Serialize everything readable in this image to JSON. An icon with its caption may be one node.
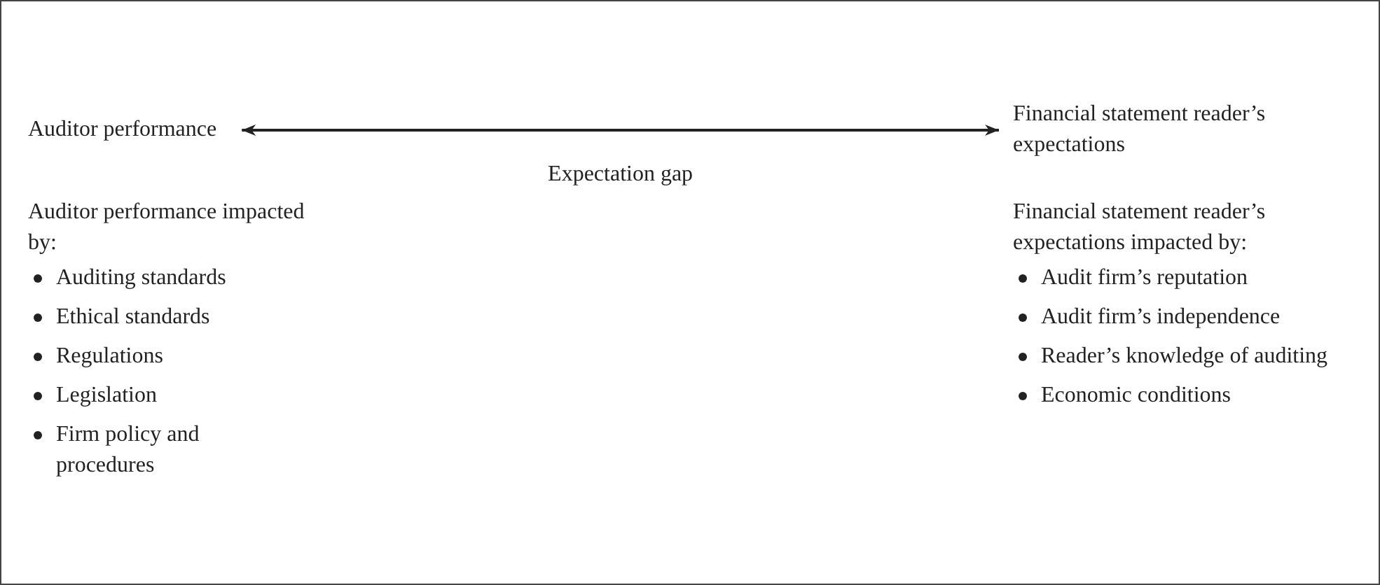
{
  "diagram": {
    "nodes": [
      {
        "text": [
          "Auditor performance"
        ]
      },
      {
        "text": [
          "Financial statement reader’s expectations"
        ]
      }
    ],
    "edges": [
      {
        "from": 0,
        "to": 1,
        "arrow": "both",
        "label": "Expectation gap"
      }
    ],
    "labels": [
      "Auditor performance impacted by:",
      "Auditing standards",
      "Ethical standards",
      "Regulations",
      "Legislation",
      "Firm policy and procedures",
      "Financial statement reader’s expectations impacted by:",
      "Audit firm’s reputation",
      "Audit firm’s independence",
      "Reader’s knowledge of auditing",
      "Economic conditions"
    ]
  }
}
